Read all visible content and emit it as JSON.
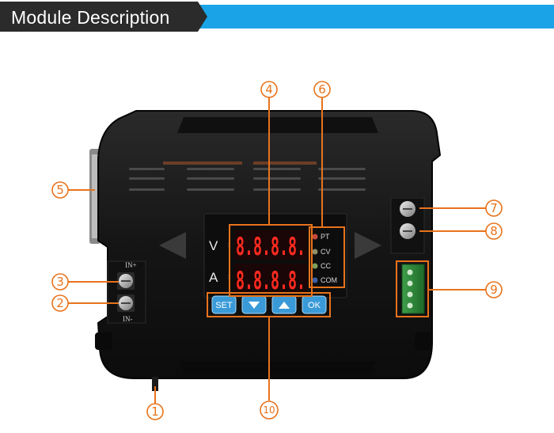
{
  "banner": {
    "title": "Module Description"
  },
  "display": {
    "voltage_label": "V",
    "current_label": "A",
    "voltage_digits": "8.8.8.8.",
    "current_digits": "8.8.8.8."
  },
  "indicators": [
    {
      "label": "PT",
      "color": "#c94a3d"
    },
    {
      "label": "CV",
      "color": "#8f8f6a"
    },
    {
      "label": "CC",
      "color": "#7da05a"
    },
    {
      "label": "COM",
      "color": "#3d5fa8"
    }
  ],
  "buttons": {
    "set_label": "SET",
    "ok_label": "OK"
  },
  "terminals": {
    "in_plus_label": "IN+",
    "in_minus_label": "IN-"
  },
  "callouts": {
    "c1": "1",
    "c2": "2",
    "c3": "3",
    "c4": "4",
    "c5": "5",
    "c6": "6",
    "c7": "7",
    "c8": "8",
    "c9": "9",
    "c10": "10"
  },
  "colors": {
    "accent_orange": "#e8731c",
    "banner_blue": "#1aa3e6",
    "banner_dark": "#2b2b2b",
    "button_blue": "#3a9ad8",
    "segment_red": "#ff2a20"
  }
}
